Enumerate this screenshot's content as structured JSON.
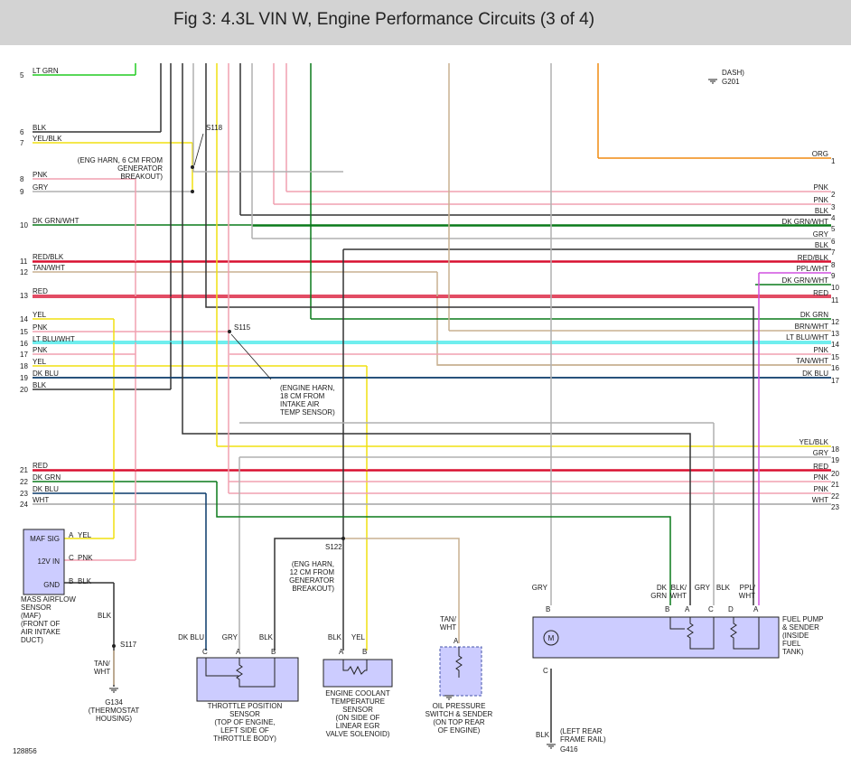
{
  "title": "Fig 3: 4.3L VIN W, Engine Performance Circuits (3 of 4)",
  "colors": {
    "lt_grn": "#22cc22",
    "blk": "#333333",
    "yel": "#f0e010",
    "pnk": "#f0a0b0",
    "gry": "#b0b0b0",
    "dk_grn": "#0a7a1a",
    "red": "#d81030",
    "tan": "#c8b090",
    "lt_blu": "#40e8e8",
    "dk_blu": "#0a3a6a",
    "org": "#f08a10",
    "ppl": "#d050e0",
    "component_fill": "#ccccff"
  },
  "left_wires": [
    {
      "pin": "5",
      "label": "LT GRN"
    },
    {
      "pin": "6",
      "label": "BLK"
    },
    {
      "pin": "7",
      "label": "YEL/BLK"
    },
    {
      "pin": "8",
      "label": "PNK"
    },
    {
      "pin": "9",
      "label": "GRY"
    },
    {
      "pin": "10",
      "label": "DK GRN/WHT"
    },
    {
      "pin": "11",
      "label": "RED/BLK"
    },
    {
      "pin": "12",
      "label": "TAN/WHT"
    },
    {
      "pin": "13",
      "label": "RED"
    },
    {
      "pin": "14",
      "label": "YEL"
    },
    {
      "pin": "15",
      "label": "PNK"
    },
    {
      "pin": "16",
      "label": "LT BLU/WHT"
    },
    {
      "pin": "17",
      "label": "PNK"
    },
    {
      "pin": "18",
      "label": "YEL"
    },
    {
      "pin": "19",
      "label": "DK BLU"
    },
    {
      "pin": "20",
      "label": "BLK"
    },
    {
      "pin": "21",
      "label": "RED"
    },
    {
      "pin": "22",
      "label": "DK GRN"
    },
    {
      "pin": "23",
      "label": "DK BLU"
    },
    {
      "pin": "24",
      "label": "WHT"
    }
  ],
  "right_wires": [
    {
      "pin": "1",
      "label": "ORG"
    },
    {
      "pin": "2",
      "label": "PNK"
    },
    {
      "pin": "3",
      "label": "PNK"
    },
    {
      "pin": "4",
      "label": "BLK"
    },
    {
      "pin": "5",
      "label": "DK GRN/WHT"
    },
    {
      "pin": "6",
      "label": "GRY"
    },
    {
      "pin": "7",
      "label": "BLK"
    },
    {
      "pin": "8",
      "label": "RED/BLK"
    },
    {
      "pin": "9",
      "label": "PPL/WHT"
    },
    {
      "pin": "10",
      "label": "DK GRN/WHT"
    },
    {
      "pin": "11",
      "label": "RED"
    },
    {
      "pin": "12",
      "label": "DK GRN"
    },
    {
      "pin": "13",
      "label": "BRN/WHT"
    },
    {
      "pin": "14",
      "label": "LT BLU/WHT"
    },
    {
      "pin": "15",
      "label": "PNK"
    },
    {
      "pin": "16",
      "label": "TAN/WHT"
    },
    {
      "pin": "17",
      "label": "DK BLU"
    },
    {
      "pin": "18",
      "label": "YEL/BLK"
    },
    {
      "pin": "19",
      "label": "GRY"
    },
    {
      "pin": "20",
      "label": "RED"
    },
    {
      "pin": "21",
      "label": "PNK"
    },
    {
      "pin": "22",
      "label": "PNK"
    },
    {
      "pin": "23",
      "label": "WHT"
    }
  ],
  "splices": {
    "s118": {
      "id": "S118",
      "note": [
        "(ENG HARN, 6 CM FROM",
        "GENERATOR",
        "BREAKOUT)"
      ]
    },
    "s115": {
      "id": "S115",
      "note": [
        "(ENGINE HARN,",
        "18 CM FROM",
        "INTAKE AIR",
        "TEMP SENSOR)"
      ]
    },
    "s122": {
      "id": "S122",
      "note": [
        "(ENG HARN,",
        "12 CM FROM",
        "GENERATOR",
        "BREAKOUT)"
      ]
    },
    "s117": {
      "id": "S117"
    }
  },
  "grounds": {
    "g201": {
      "note": "DASH)",
      "id": "G201"
    },
    "g134": {
      "id": "G134",
      "note": [
        "(THERMOSTAT",
        "HOUSING)"
      ]
    },
    "g416": {
      "id": "G416",
      "note": [
        "(LEFT REAR",
        "FRAME RAIL)"
      ],
      "wire": "BLK"
    }
  },
  "maf": {
    "pins": [
      {
        "name": "MAF SIG",
        "letter": "A",
        "wire": "YEL"
      },
      {
        "name": "12V IN",
        "letter": "C",
        "wire": "PNK"
      },
      {
        "name": "GND",
        "letter": "B",
        "wire": "BLK"
      }
    ],
    "caption": [
      "MASS AIRFLOW",
      "SENSOR",
      "(MAF)",
      "(FRONT OF",
      "AIR INTAKE",
      "DUCT)"
    ],
    "gnd_wire": "BLK",
    "s117_wire": [
      "TAN/",
      "WHT"
    ]
  },
  "tps": {
    "wires": [
      "DK BLU",
      "GRY",
      "BLK"
    ],
    "letters": [
      "C",
      "A",
      "B"
    ],
    "caption": [
      "THROTTLE POSITION",
      "SENSOR",
      "(TOP OF ENGINE,",
      "LEFT SIDE OF",
      "THROTTLE BODY)"
    ]
  },
  "ect": {
    "wires": [
      "BLK",
      "YEL"
    ],
    "letters": [
      "A",
      "B"
    ],
    "caption": [
      "ENGINE COOLANT",
      "TEMPERATURE",
      "SENSOR",
      "(ON SIDE OF",
      "LINEAR EGR",
      "VALVE SOLENOID)"
    ]
  },
  "oil": {
    "wire": [
      "TAN/",
      "WHT"
    ],
    "letter": "A",
    "caption": [
      "OIL PRESSURE",
      "SWITCH & SENDER",
      "(ON TOP REAR",
      "OF ENGINE)"
    ]
  },
  "fuel_pump": {
    "top_wires": [
      {
        "label": [
          "GRY"
        ],
        "letter": "B"
      },
      {
        "label": [
          "DK",
          "GRN"
        ],
        "letter": "B"
      },
      {
        "label": [
          "BLK/",
          "WHT"
        ],
        "letter": "A"
      },
      {
        "label": [
          "GRY"
        ],
        "letter": "C"
      },
      {
        "label": [
          "BLK"
        ],
        "letter": "D"
      },
      {
        "label": [
          "PPL/",
          "WHT"
        ],
        "letter": "A"
      }
    ],
    "bottom_letter": "C",
    "motor_symbol": "M",
    "caption": [
      "FUEL PUMP",
      "& SENDER",
      "(INSIDE",
      "FUEL",
      "TANK)"
    ]
  },
  "figure_number": "128856"
}
